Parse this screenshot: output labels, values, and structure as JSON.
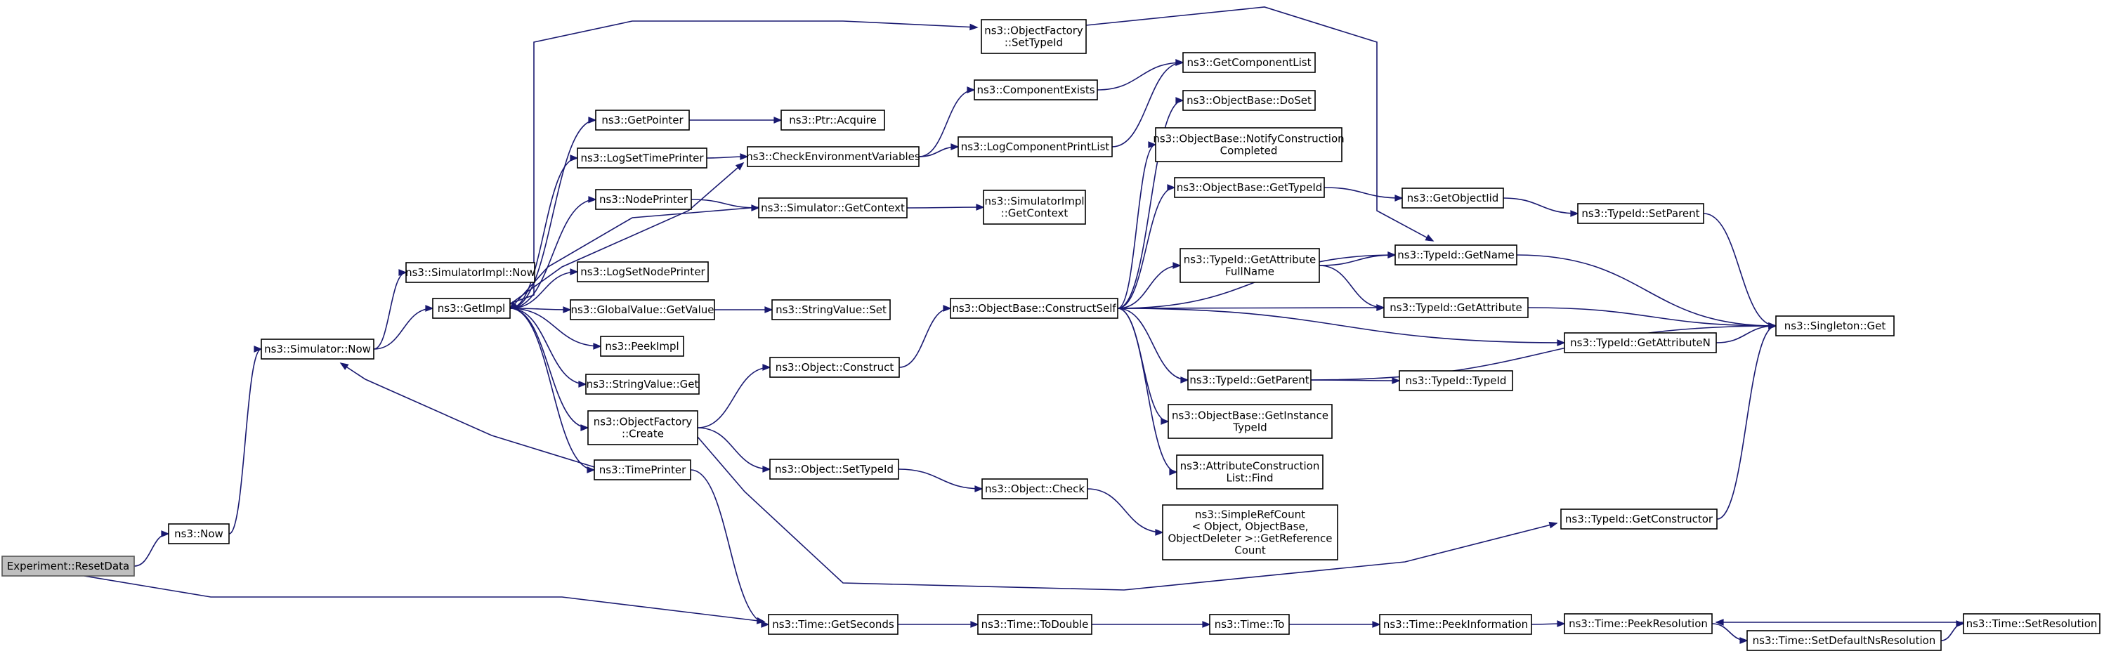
{
  "graph": {
    "nodes": [
      {
        "id": "experiment_resetdata",
        "lines": [
          "Experiment::ResetData"
        ],
        "root": true
      },
      {
        "id": "now",
        "lines": [
          "ns3::Now"
        ]
      },
      {
        "id": "simulator_now",
        "lines": [
          "ns3::Simulator::Now"
        ]
      },
      {
        "id": "simulatorimpl_now",
        "lines": [
          "ns3::SimulatorImpl::Now"
        ]
      },
      {
        "id": "getimpl",
        "lines": [
          "ns3::GetImpl"
        ]
      },
      {
        "id": "getpointer",
        "lines": [
          "ns3::GetPointer"
        ]
      },
      {
        "id": "logsettimeprinter",
        "lines": [
          "ns3::LogSetTimePrinter"
        ]
      },
      {
        "id": "nodeprinter",
        "lines": [
          "ns3::NodePrinter"
        ]
      },
      {
        "id": "logsetnodeprinter",
        "lines": [
          "ns3::LogSetNodePrinter"
        ]
      },
      {
        "id": "globalvalue_getvalue",
        "lines": [
          "ns3::GlobalValue::GetValue"
        ]
      },
      {
        "id": "peekimpl",
        "lines": [
          "ns3::PeekImpl"
        ]
      },
      {
        "id": "stringvalue_get",
        "lines": [
          "ns3::StringValue::Get"
        ]
      },
      {
        "id": "objectfactory_create",
        "lines": [
          "ns3::ObjectFactory",
          "::Create"
        ]
      },
      {
        "id": "timeprinter",
        "lines": [
          "ns3::TimePrinter"
        ]
      },
      {
        "id": "objectfactory_settypeid",
        "lines": [
          "ns3::ObjectFactory",
          "::SetTypeId"
        ]
      },
      {
        "id": "ptr_acquire",
        "lines": [
          "ns3::Ptr::Acquire"
        ]
      },
      {
        "id": "checkenvironmentvariables",
        "lines": [
          "ns3::CheckEnvironmentVariables"
        ]
      },
      {
        "id": "simulator_getcontext",
        "lines": [
          "ns3::Simulator::GetContext"
        ]
      },
      {
        "id": "stringvalue_set",
        "lines": [
          "ns3::StringValue::Set"
        ]
      },
      {
        "id": "object_construct",
        "lines": [
          "ns3::Object::Construct"
        ]
      },
      {
        "id": "object_settypeid",
        "lines": [
          "ns3::Object::SetTypeId"
        ]
      },
      {
        "id": "time_getseconds",
        "lines": [
          "ns3::Time::GetSeconds"
        ]
      },
      {
        "id": "componentexists",
        "lines": [
          "ns3::ComponentExists"
        ]
      },
      {
        "id": "logcomponentprintlist",
        "lines": [
          "ns3::LogComponentPrintList"
        ]
      },
      {
        "id": "simulatorimpl_getcontext",
        "lines": [
          "ns3::SimulatorImpl",
          "::GetContext"
        ]
      },
      {
        "id": "objectbase_constructself",
        "lines": [
          "ns3::ObjectBase::ConstructSelf"
        ]
      },
      {
        "id": "object_check",
        "lines": [
          "ns3::Object::Check"
        ]
      },
      {
        "id": "time_todouble",
        "lines": [
          "ns3::Time::ToDouble"
        ]
      },
      {
        "id": "getcomponentlist",
        "lines": [
          "ns3::GetComponentList"
        ]
      },
      {
        "id": "objectbase_doset",
        "lines": [
          "ns3::ObjectBase::DoSet"
        ]
      },
      {
        "id": "objectbase_notifyconstructioncompleted",
        "lines": [
          "ns3::ObjectBase::NotifyConstruction",
          "Completed"
        ]
      },
      {
        "id": "objectbase_gettypeid",
        "lines": [
          "ns3::ObjectBase::GetTypeId"
        ]
      },
      {
        "id": "typeid_getattributefullname",
        "lines": [
          "ns3::TypeId::GetAttribute",
          "FullName"
        ]
      },
      {
        "id": "typeid_getparent",
        "lines": [
          "ns3::TypeId::GetParent"
        ]
      },
      {
        "id": "objectbase_getinstancetypeid",
        "lines": [
          "ns3::ObjectBase::GetInstance",
          "TypeId"
        ]
      },
      {
        "id": "attributeconstructionlist_find",
        "lines": [
          "ns3::AttributeConstruction",
          "List::Find"
        ]
      },
      {
        "id": "simplerefcount_getreferencecount",
        "lines": [
          "ns3::SimpleRefCount",
          "< Object, ObjectBase,",
          " ObjectDeleter >::GetReference",
          "Count"
        ]
      },
      {
        "id": "time_to",
        "lines": [
          "ns3::Time::To"
        ]
      },
      {
        "id": "getobjectiid",
        "lines": [
          "ns3::GetObjectIid"
        ]
      },
      {
        "id": "typeid_getname",
        "lines": [
          "ns3::TypeId::GetName"
        ]
      },
      {
        "id": "typeid_getattribute",
        "lines": [
          "ns3::TypeId::GetAttribute"
        ]
      },
      {
        "id": "typeid_typeid",
        "lines": [
          "ns3::TypeId::TypeId"
        ]
      },
      {
        "id": "time_peekinformation",
        "lines": [
          "ns3::Time::PeekInformation"
        ]
      },
      {
        "id": "typeid_setparent",
        "lines": [
          "ns3::TypeId::SetParent"
        ]
      },
      {
        "id": "typeid_getattributen",
        "lines": [
          "ns3::TypeId::GetAttributeN"
        ]
      },
      {
        "id": "typeid_getconstructor",
        "lines": [
          "ns3::TypeId::GetConstructor"
        ]
      },
      {
        "id": "time_peekresolution",
        "lines": [
          "ns3::Time::PeekResolution"
        ]
      },
      {
        "id": "time_setdefaultnsresolution",
        "lines": [
          "ns3::Time::SetDefaultNsResolution"
        ]
      },
      {
        "id": "singleton_get",
        "lines": [
          "ns3::Singleton::Get"
        ]
      },
      {
        "id": "time_setresolution",
        "lines": [
          "ns3::Time::SetResolution"
        ]
      }
    ],
    "edges": [
      [
        "experiment_resetdata",
        "now"
      ],
      [
        "experiment_resetdata",
        "time_getseconds"
      ],
      [
        "now",
        "simulator_now"
      ],
      [
        "simulator_now",
        "simulatorimpl_now"
      ],
      [
        "simulator_now",
        "getimpl"
      ],
      [
        "getimpl",
        "getpointer"
      ],
      [
        "getimpl",
        "logsettimeprinter"
      ],
      [
        "getimpl",
        "nodeprinter"
      ],
      [
        "getimpl",
        "logsetnodeprinter"
      ],
      [
        "getimpl",
        "globalvalue_getvalue"
      ],
      [
        "getimpl",
        "peekimpl"
      ],
      [
        "getimpl",
        "stringvalue_get"
      ],
      [
        "getimpl",
        "objectfactory_create"
      ],
      [
        "getimpl",
        "timeprinter"
      ],
      [
        "getimpl",
        "objectfactory_settypeid"
      ],
      [
        "getimpl",
        "checkenvironmentvariables"
      ],
      [
        "getpointer",
        "ptr_acquire"
      ],
      [
        "logsettimeprinter",
        "checkenvironmentvariables"
      ],
      [
        "nodeprinter",
        "simulator_getcontext"
      ],
      [
        "simulator_getcontext",
        "getimpl"
      ],
      [
        "simulator_getcontext",
        "simulatorimpl_getcontext"
      ],
      [
        "globalvalue_getvalue",
        "stringvalue_set"
      ],
      [
        "timeprinter",
        "simulator_now"
      ],
      [
        "timeprinter",
        "time_getseconds"
      ],
      [
        "checkenvironmentvariables",
        "componentexists"
      ],
      [
        "checkenvironmentvariables",
        "logcomponentprintlist"
      ],
      [
        "componentexists",
        "getcomponentlist"
      ],
      [
        "logcomponentprintlist",
        "getcomponentlist"
      ],
      [
        "objectfactory_settypeid",
        "typeid_getname"
      ],
      [
        "objectfactory_create",
        "object_construct"
      ],
      [
        "objectfactory_create",
        "object_settypeid"
      ],
      [
        "objectfactory_create",
        "typeid_getconstructor"
      ],
      [
        "object_construct",
        "objectbase_constructself"
      ],
      [
        "object_settypeid",
        "object_check"
      ],
      [
        "object_check",
        "simplerefcount_getreferencecount"
      ],
      [
        "objectbase_constructself",
        "objectbase_doset"
      ],
      [
        "objectbase_constructself",
        "objectbase_notifyconstructioncompleted"
      ],
      [
        "objectbase_constructself",
        "objectbase_gettypeid"
      ],
      [
        "objectbase_constructself",
        "typeid_getname"
      ],
      [
        "objectbase_constructself",
        "typeid_getattributefullname"
      ],
      [
        "objectbase_constructself",
        "typeid_getattribute"
      ],
      [
        "objectbase_constructself",
        "typeid_getattributen"
      ],
      [
        "objectbase_constructself",
        "typeid_getparent"
      ],
      [
        "objectbase_constructself",
        "objectbase_getinstancetypeid"
      ],
      [
        "objectbase_constructself",
        "attributeconstructionlist_find"
      ],
      [
        "objectbase_gettypeid",
        "getobjectiid"
      ],
      [
        "getobjectiid",
        "typeid_setparent"
      ],
      [
        "typeid_setparent",
        "singleton_get"
      ],
      [
        "typeid_getattributefullname",
        "typeid_getname"
      ],
      [
        "typeid_getattributefullname",
        "typeid_getattribute"
      ],
      [
        "typeid_getname",
        "singleton_get"
      ],
      [
        "typeid_getattribute",
        "singleton_get"
      ],
      [
        "typeid_getattributen",
        "singleton_get"
      ],
      [
        "typeid_getparent",
        "typeid_typeid"
      ],
      [
        "typeid_getparent",
        "singleton_get"
      ],
      [
        "typeid_getconstructor",
        "singleton_get"
      ],
      [
        "time_getseconds",
        "time_todouble"
      ],
      [
        "time_todouble",
        "time_to"
      ],
      [
        "time_to",
        "time_peekinformation"
      ],
      [
        "time_peekinformation",
        "time_peekresolution"
      ],
      [
        "time_peekresolution",
        "time_setdefaultnsresolution"
      ],
      [
        "time_setdefaultnsresolution",
        "time_setresolution"
      ],
      [
        "time_setresolution",
        "time_peekresolution"
      ]
    ]
  }
}
